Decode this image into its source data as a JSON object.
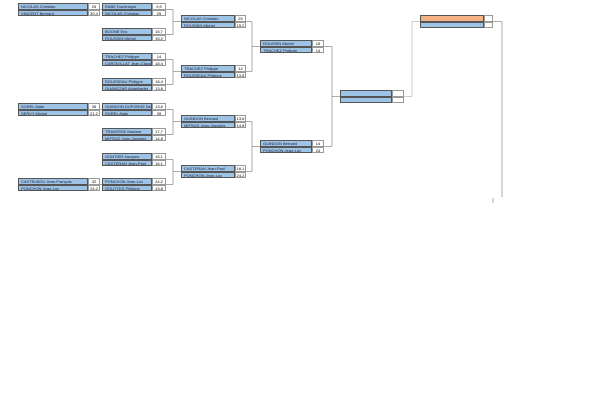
{
  "rounds": [
    {
      "matches": [
        {
          "slot": 0,
          "players": [
            {
              "name": "NICOLAS Christian",
              "score": "25"
            },
            {
              "name": "VINCENT Bernard",
              "score": "30,4"
            }
          ]
        },
        {
          "slot": 4,
          "players": [
            {
              "name": "SOREL Alain",
              "score": "35"
            },
            {
              "name": "SERVY Michel",
              "score": "21,2"
            }
          ]
        },
        {
          "slot": 7,
          "players": [
            {
              "name": "CASTELBOU Jean-François",
              "score": "32"
            },
            {
              "name": "PONCHON Jean-Luc",
              "score": "24,2"
            }
          ]
        }
      ]
    },
    {
      "matches": [
        {
          "slot": 0,
          "players": [
            {
              "name": "RABE Dominique",
              "score": "9,9"
            },
            {
              "name": "NICOLAS Christian",
              "score": "25"
            }
          ]
        },
        {
          "slot": 1,
          "players": [
            {
              "name": "BOONE Eric",
              "score": "15,7"
            },
            {
              "name": "ROUSSIN Michel",
              "score": "15,2"
            }
          ]
        },
        {
          "slot": 2,
          "players": [
            {
              "name": "TRACHEZ Philippe",
              "score": "14"
            },
            {
              "name": "CARQUILLAT Jean-Claude",
              "score": "18,4"
            }
          ]
        },
        {
          "slot": 3,
          "players": [
            {
              "name": "ROUSSEAU Philippe",
              "score": "18,4"
            },
            {
              "name": "OUAKEZAR Abdelkader",
              "score": "13,8"
            }
          ]
        },
        {
          "slot": 4,
          "players": [
            {
              "name": "GUINDON DUFORGE Bernard",
              "score": "13,6"
            },
            {
              "name": "SOREL Alain",
              "score": "35"
            }
          ]
        },
        {
          "slot": 5,
          "players": [
            {
              "name": "TRAVERSE Maxime",
              "score": "17,7"
            },
            {
              "name": "MIFSUD Jean-Jacques",
              "score": "14,8"
            }
          ]
        },
        {
          "slot": 6,
          "players": [
            {
              "name": "GONTIER Jacques",
              "score": "15,1"
            },
            {
              "name": "CASTERAN Jean-Paul",
              "score": "16,1"
            }
          ]
        },
        {
          "slot": 7,
          "players": [
            {
              "name": "PONCHON Jean-Luc",
              "score": "24,2"
            },
            {
              "name": "GOUTTES Philippe",
              "score": "13,8"
            }
          ]
        }
      ]
    },
    {
      "matches": [
        {
          "slot": 0,
          "players": [
            {
              "name": "NICOLAS Christian",
              "score": "25"
            },
            {
              "name": "ROUSSIN Michel",
              "score": "15,2"
            }
          ]
        },
        {
          "slot": 1,
          "players": [
            {
              "name": "TRACHEZ Philippe",
              "score": "14"
            },
            {
              "name": "ROUSSEAU Philippe",
              "score": "13,8"
            }
          ]
        },
        {
          "slot": 2,
          "players": [
            {
              "name": "GUINDON Bernard",
              "score": "13,6"
            },
            {
              "name": "MIFSUD Jean-Jacques",
              "score": "14,8"
            }
          ]
        },
        {
          "slot": 3,
          "players": [
            {
              "name": "CASTERAN Jean-Paul",
              "score": "16,1"
            },
            {
              "name": "PONCHON Jean-Luc",
              "score": "24,2"
            }
          ]
        }
      ]
    },
    {
      "matches": [
        {
          "slot": 0,
          "players": [
            {
              "name": "ROUSSIN Michel",
              "score": "15"
            },
            {
              "name": "TRACHEZ Philippe",
              "score": "14"
            }
          ]
        },
        {
          "slot": 1,
          "players": [
            {
              "name": "GUINDON Bernard",
              "score": "14"
            },
            {
              "name": "PONCHON Jean-Luc",
              "score": "24"
            }
          ]
        }
      ]
    },
    {
      "matches": [
        {
          "slot": 0,
          "players": [
            {
              "name": "",
              "score": ""
            },
            {
              "name": "",
              "score": ""
            }
          ]
        }
      ]
    },
    {
      "matches": [
        {
          "slot": 0,
          "players": [
            {
              "name": "",
              "score": ""
            },
            {
              "name": "",
              "score": ""
            }
          ]
        }
      ]
    }
  ],
  "colors": {
    "player": "#9dc3e6",
    "final_top": "#f4b183"
  }
}
